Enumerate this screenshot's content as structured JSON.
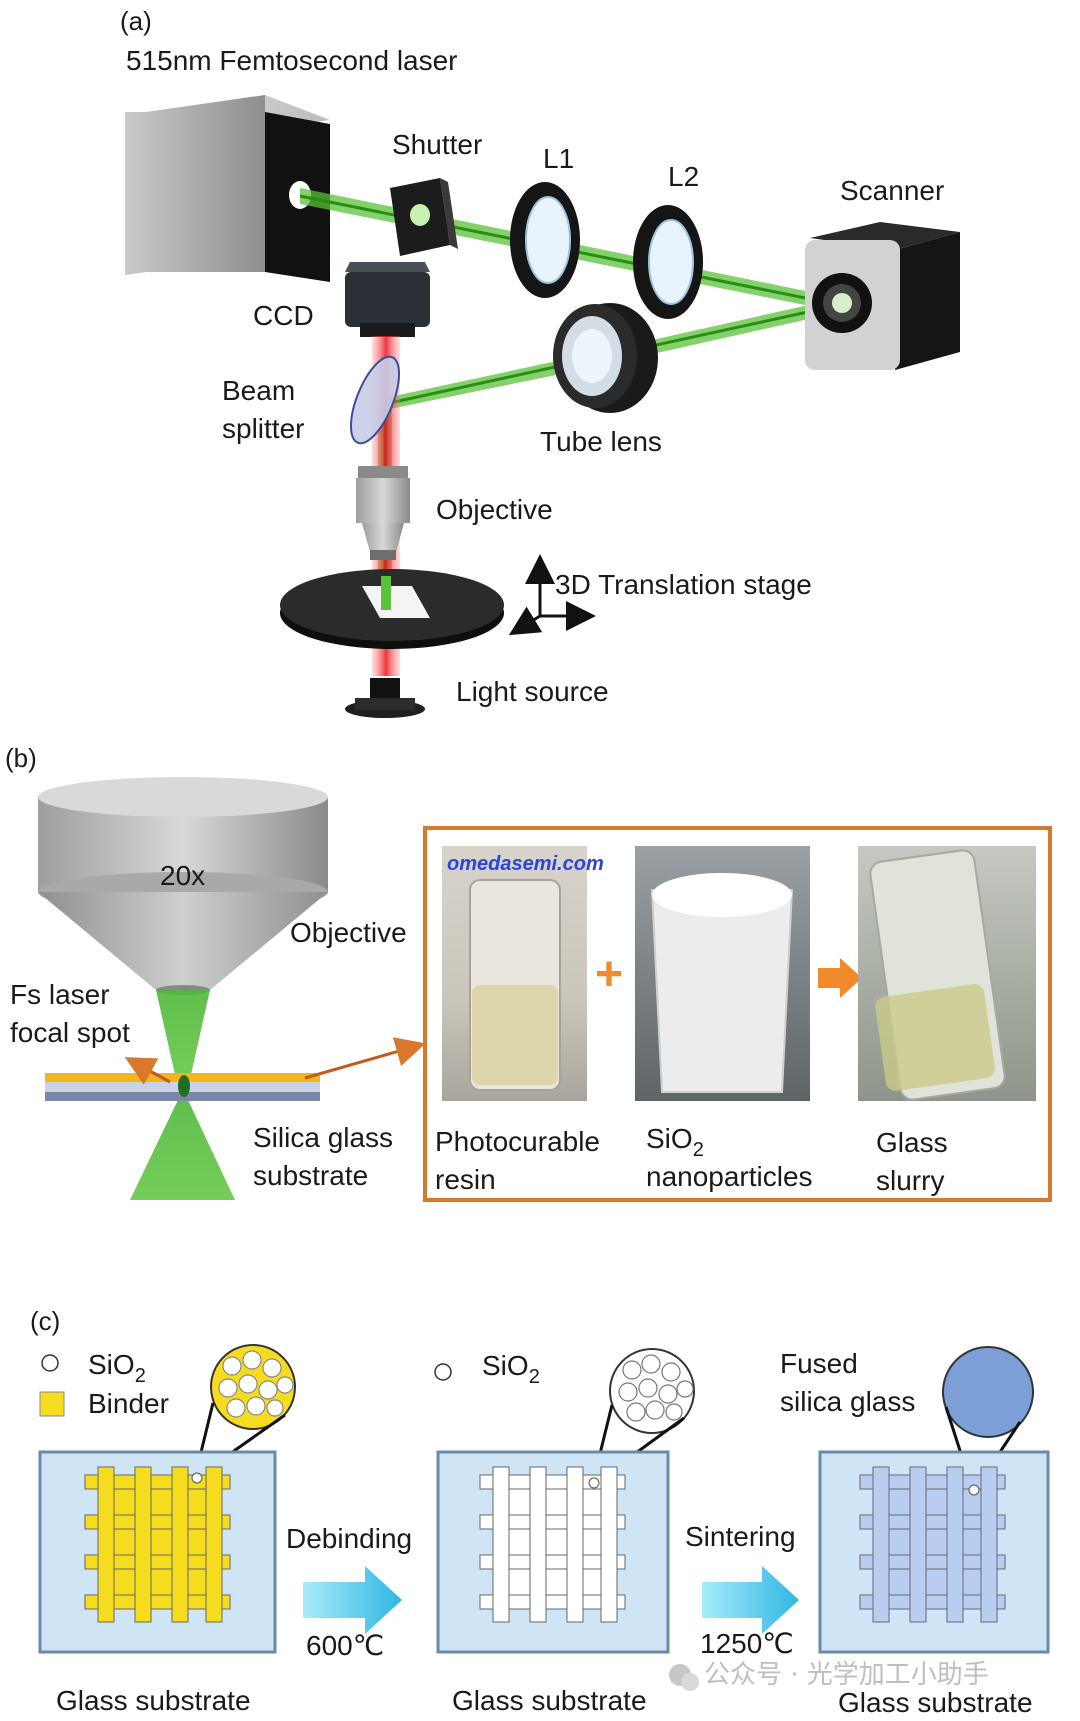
{
  "panel_a": {
    "panel_label": "(a)",
    "laser_label": "515nm Femtosecond laser",
    "shutter": "Shutter",
    "l1": "L1",
    "l2": "L2",
    "scanner": "Scanner",
    "ccd": "CCD",
    "beam_splitter_1": "Beam",
    "beam_splitter_2": "splitter",
    "tube_lens": "Tube lens",
    "objective": "Objective",
    "stage": "3D Translation stage",
    "light_source": "Light source"
  },
  "panel_b": {
    "panel_label": "(b)",
    "magnification": "20x",
    "objective": "Objective",
    "focal_1": "Fs laser",
    "focal_2": "focal spot",
    "substrate_1": "Silica glass",
    "substrate_2": "substrate",
    "watermark": "omedasemi.com",
    "resin_1": "Photocurable",
    "resin_2": "resin",
    "sio2_main": "SiO",
    "sio2_sub": "2",
    "sio2_2": "nanoparticles",
    "slurry_1": "Glass",
    "slurry_2": "slurry",
    "plus": "+",
    "colors": {
      "frame": "#d9772b",
      "plus": "#f08a2a",
      "arrow": "#f08a2a"
    }
  },
  "panel_c": {
    "panel_label": "(c)",
    "legend_sio2": "SiO",
    "legend_sio2_sub": "2",
    "legend_binder": "Binder",
    "legend2_sio2": "SiO",
    "legend2_sio2_sub": "2",
    "fused_1": "Fused",
    "fused_2": "silica glass",
    "debinding": "Debinding",
    "debinding_temp": "600℃",
    "sintering": "Sintering",
    "sintering_temp": "1250℃",
    "substrate_1": "Glass substrate",
    "substrate_2": "Glass substrate",
    "substrate_3": "Glass substrate",
    "colors": {
      "binder": "#f6dc1f",
      "substrate": "#cfe4f4",
      "fused": "#7b9fd6",
      "arrow": "#3fc3e8"
    }
  },
  "watermark": "公众号 · 光学加工小助手"
}
